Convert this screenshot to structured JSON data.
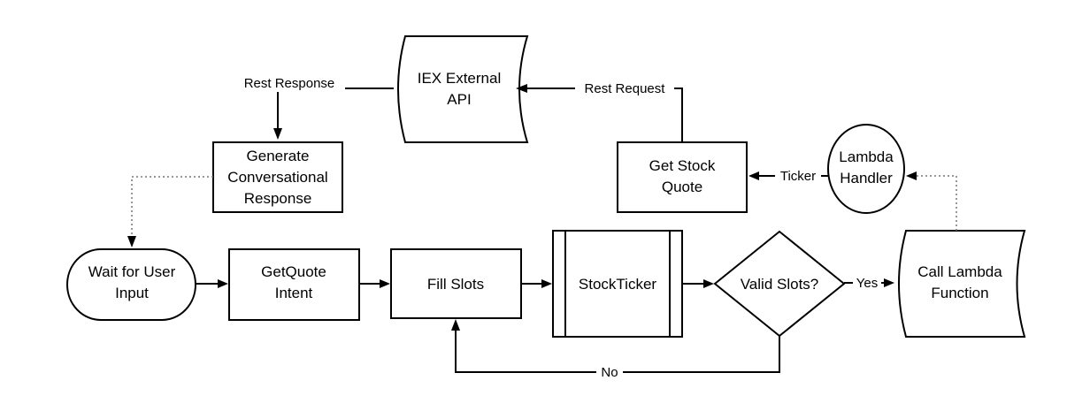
{
  "diagram": {
    "nodes": {
      "iex": "IEX External|API",
      "generate": "Generate|Conversational|Response",
      "get_stock_quote": "Get Stock|Quote",
      "lambda_handler": "Lambda|Handler",
      "wait_input": "Wait for User|Input",
      "getquote_intent": "GetQuote|Intent",
      "fill_slots": "Fill Slots",
      "stockticker": "StockTicker",
      "valid_slots": "Valid Slots?",
      "call_lambda": "Call Lambda|Function"
    },
    "edge_labels": {
      "rest_response": "Rest Response",
      "rest_request": "Rest Request",
      "ticker": "Ticker",
      "yes": "Yes",
      "no": "No"
    }
  }
}
